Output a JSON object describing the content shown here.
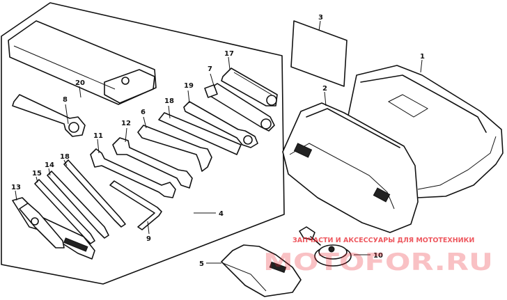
{
  "callouts": {
    "c1": "1",
    "c2": "2",
    "c3": "3",
    "c4": "4",
    "c5": "5",
    "c6": "6",
    "c7": "7",
    "c8": "8",
    "c9": "9",
    "c10": "10",
    "c11": "11",
    "c12": "12",
    "c13": "13",
    "c14": "14",
    "c15": "15",
    "c17": "17",
    "c18a": "18",
    "c18b": "18",
    "c19": "19",
    "c20": "20"
  },
  "watermark": {
    "small_text": "ЗАПЧАСТИ И АКСЕССУАРЫ ДЛЯ МОТОТЕХНИКИ",
    "brand_text": "MOTOFOR.RU",
    "color": "#e8202a"
  },
  "colors": {
    "line": "#111111",
    "background": "#ffffff"
  }
}
